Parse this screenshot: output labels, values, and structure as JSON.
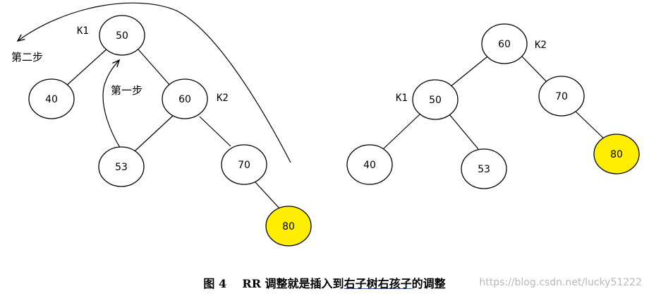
{
  "diagram": {
    "left_tree": {
      "nodes": [
        {
          "id": "L50",
          "value": "50",
          "highlight": false
        },
        {
          "id": "L40",
          "value": "40",
          "highlight": false
        },
        {
          "id": "L60",
          "value": "60",
          "highlight": false
        },
        {
          "id": "L53",
          "value": "53",
          "highlight": false
        },
        {
          "id": "L70",
          "value": "70",
          "highlight": false
        },
        {
          "id": "L80",
          "value": "80",
          "highlight": true
        }
      ],
      "edges": [
        [
          "L50",
          "L40"
        ],
        [
          "L50",
          "L60"
        ],
        [
          "L60",
          "L53"
        ],
        [
          "L60",
          "L70"
        ],
        [
          "L70",
          "L80"
        ]
      ],
      "tags": {
        "k1": "K1",
        "k2": "K2"
      },
      "steps": {
        "step1": "第一步",
        "step2": "第二步"
      }
    },
    "right_tree": {
      "nodes": [
        {
          "id": "R60",
          "value": "60",
          "highlight": false
        },
        {
          "id": "R50",
          "value": "50",
          "highlight": false
        },
        {
          "id": "R70",
          "value": "70",
          "highlight": false
        },
        {
          "id": "R40",
          "value": "40",
          "highlight": false
        },
        {
          "id": "R53",
          "value": "53",
          "highlight": false
        },
        {
          "id": "R80",
          "value": "80",
          "highlight": true
        }
      ],
      "edges": [
        [
          "R60",
          "R50"
        ],
        [
          "R60",
          "R70"
        ],
        [
          "R50",
          "R40"
        ],
        [
          "R50",
          "R53"
        ],
        [
          "R70",
          "R80"
        ]
      ],
      "tags": {
        "k1": "K1",
        "k2": "K2"
      }
    },
    "colors": {
      "node_fill": "#ffffff",
      "highlight_fill": "#ffee00",
      "stroke": "#000000"
    }
  },
  "caption": {
    "prefix": "图 4    RR 调整就是插入到",
    "underlined": "右子树右孩子",
    "suffix": "的调整"
  },
  "watermark": "https://blog.csdn.net/lucky51222"
}
